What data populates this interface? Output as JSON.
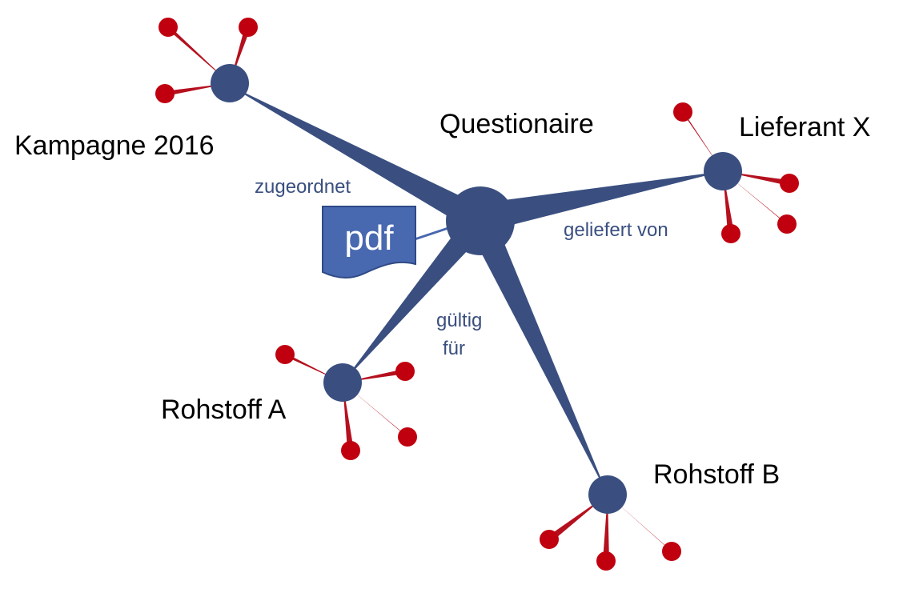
{
  "colors": {
    "hub": "#3a4f80",
    "leaf": "#c0000f",
    "leaf_edge": "#b5101e",
    "edge_label": "#3a4f80",
    "doc_fill": "#4868b0",
    "doc_stroke": "#2f4a85"
  },
  "document": {
    "label": "pdf",
    "icon": "document-icon"
  },
  "nodes": {
    "center": {
      "label": "Questionaire"
    },
    "kampagne": {
      "label": "Kampagne 2016"
    },
    "lieferant": {
      "label": "Lieferant X"
    },
    "rohstoff_a": {
      "label": "Rohstoff A"
    },
    "rohstoff_b": {
      "label": "Rohstoff B"
    }
  },
  "edge_labels": {
    "zugeordnet": "zugeordnet",
    "geliefert_von": "geliefert von",
    "gueltig_line1": "gültig",
    "gueltig_line2": "für"
  }
}
